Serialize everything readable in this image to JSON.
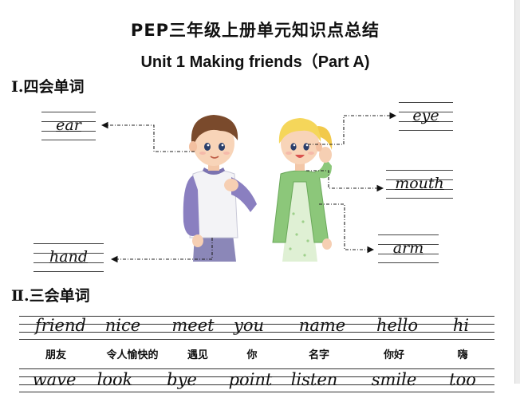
{
  "header": {
    "title": "PEP三年级上册单元知识点总结",
    "subtitle": "Unit 1 Making friends（Part A)"
  },
  "section1": {
    "heading": "Ⅰ.四会单词",
    "words": [
      "ear",
      "eye",
      "mouth",
      "hand",
      "arm"
    ]
  },
  "section2": {
    "heading": "Ⅱ.三会单词",
    "row1": [
      {
        "en": "friend",
        "zh": "朋友"
      },
      {
        "en": "nice",
        "zh": "令人愉快的"
      },
      {
        "en": "meet",
        "zh": "遇见"
      },
      {
        "en": "you",
        "zh": "你"
      },
      {
        "en": "name",
        "zh": "名字"
      },
      {
        "en": "hello",
        "zh": "你好"
      },
      {
        "en": "hi",
        "zh": "嗨"
      }
    ],
    "row2": [
      "wave",
      "look",
      "bye",
      "point",
      "listen",
      "smile",
      "too"
    ]
  }
}
